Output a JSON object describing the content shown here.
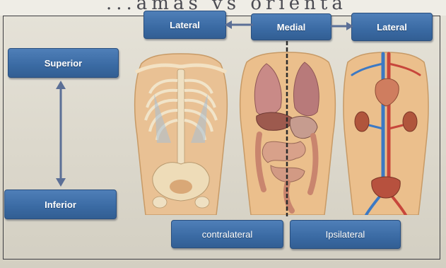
{
  "header_scrawl": "...amas vs orienta",
  "labels": {
    "lateral_left": "Lateral",
    "medial": "Medial",
    "lateral_right": "Lateral",
    "superior": "Superior",
    "inferior": "Inferior",
    "contralateral": "contralateral",
    "ipsilateral": "Ipsilateral"
  },
  "colors": {
    "label_box": "#3a6aa3",
    "label_text": "#ffffff",
    "midline": "#2b2b2b",
    "arrow": "#5b6f96"
  },
  "figures": [
    {
      "name": "skeleton-torso",
      "depicts": "skeletal"
    },
    {
      "name": "organs-torso",
      "depicts": "digestive"
    },
    {
      "name": "vascular-torso",
      "depicts": "circulatory"
    }
  ]
}
